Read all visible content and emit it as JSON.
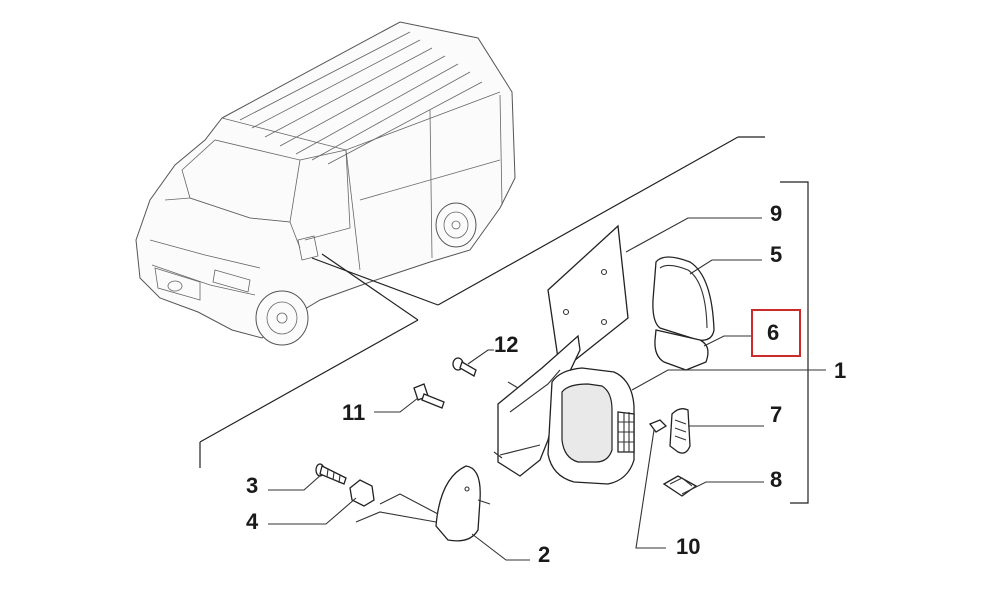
{
  "diagram": {
    "highlight_color": "#cc2b2b",
    "callouts": [
      {
        "id": "callout-1",
        "text": "1",
        "highlighted": false
      },
      {
        "id": "callout-2",
        "text": "2",
        "highlighted": false
      },
      {
        "id": "callout-3",
        "text": "3",
        "highlighted": false
      },
      {
        "id": "callout-4",
        "text": "4",
        "highlighted": false
      },
      {
        "id": "callout-5",
        "text": "5",
        "highlighted": false
      },
      {
        "id": "callout-6",
        "text": "6",
        "highlighted": true
      },
      {
        "id": "callout-7",
        "text": "7",
        "highlighted": false
      },
      {
        "id": "callout-8",
        "text": "8",
        "highlighted": false
      },
      {
        "id": "callout-9",
        "text": "9",
        "highlighted": false
      },
      {
        "id": "callout-10",
        "text": "10",
        "highlighted": false
      },
      {
        "id": "callout-11",
        "text": "11",
        "highlighted": false
      },
      {
        "id": "callout-12",
        "text": "12",
        "highlighted": false
      }
    ]
  }
}
